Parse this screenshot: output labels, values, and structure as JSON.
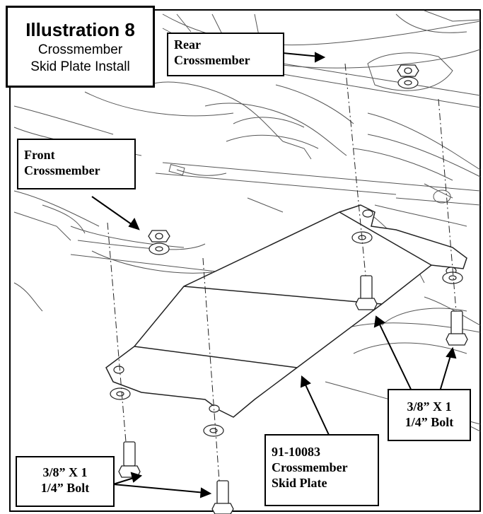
{
  "title": {
    "heading": "Illustration 8",
    "subtitle_line1": "Crossmember",
    "subtitle_line2": "Skid Plate Install"
  },
  "callouts": {
    "rear_crossmember": {
      "line1": "Rear",
      "line2": "Crossmember"
    },
    "front_crossmember": {
      "line1": "Front",
      "line2": "Crossmember"
    },
    "bolt_right": {
      "line1": "3/8” X 1",
      "line2": "1/4” Bolt"
    },
    "bolt_left": {
      "line1": "3/8” X 1",
      "line2": "1/4” Bolt"
    },
    "skid_plate": {
      "line1": "91-10083",
      "line2": "Crossmember",
      "line3": "Skid Plate"
    }
  },
  "colors": {
    "ink": "#000000",
    "paper": "#ffffff",
    "line_art": "#555555"
  }
}
